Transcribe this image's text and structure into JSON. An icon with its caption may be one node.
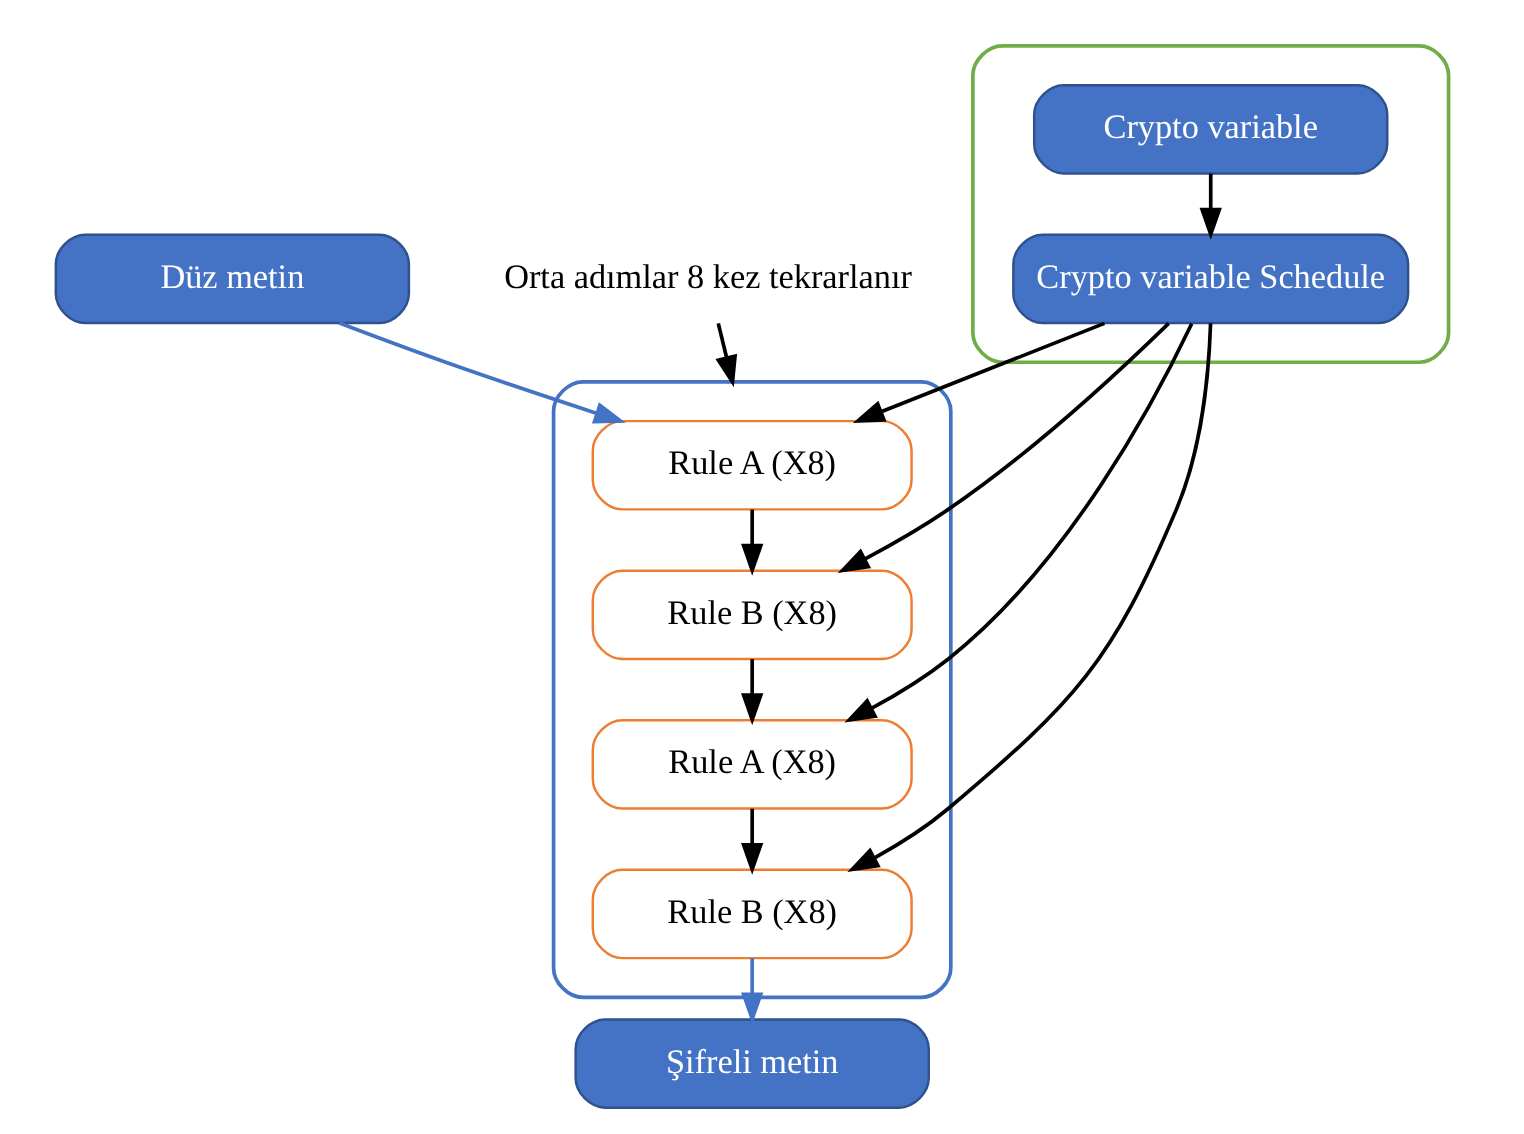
{
  "diagram": {
    "nodes": [
      {
        "text": [
          "Düz metin"
        ]
      },
      {
        "text": [],
        "shape": "box"
      },
      {
        "text": [
          "Crypto variable"
        ],
        "in": 1
      },
      {
        "text": [
          "Crypto variable Schedule"
        ],
        "in": 1
      },
      {
        "text": [],
        "shape": "box"
      },
      {
        "text": [
          "Rule A (X8)"
        ],
        "in": 4
      },
      {
        "text": [
          "Rule B (X8)"
        ],
        "in": 4
      },
      {
        "text": [
          "Rule A (X8)"
        ],
        "in": 4
      },
      {
        "text": [
          "Rule B (X8)"
        ],
        "in": 4
      },
      {
        "text": [
          "Orta adımlar 8 kez tekrarlanır"
        ]
      },
      {
        "text": [
          "Şifreli metin"
        ]
      }
    ],
    "edges": [
      {
        "from": 0,
        "to": 5,
        "arrow": "to",
        "color": "#4472c4"
      },
      {
        "from": 2,
        "to": 3,
        "arrow": "to"
      },
      {
        "from": 3,
        "to": 5,
        "arrow": "to"
      },
      {
        "from": 3,
        "to": 6,
        "arrow": "to"
      },
      {
        "from": 3,
        "to": 7,
        "arrow": "to"
      },
      {
        "from": 3,
        "to": 8,
        "arrow": "to"
      },
      {
        "from": 5,
        "to": 6,
        "arrow": "to"
      },
      {
        "from": 6,
        "to": 7,
        "arrow": "to"
      },
      {
        "from": 7,
        "to": 8,
        "arrow": "to"
      },
      {
        "from": 8,
        "to": 10,
        "arrow": "to",
        "color": "#4472c4"
      },
      {
        "from": 9,
        "to": 4,
        "arrow": "to"
      }
    ]
  }
}
